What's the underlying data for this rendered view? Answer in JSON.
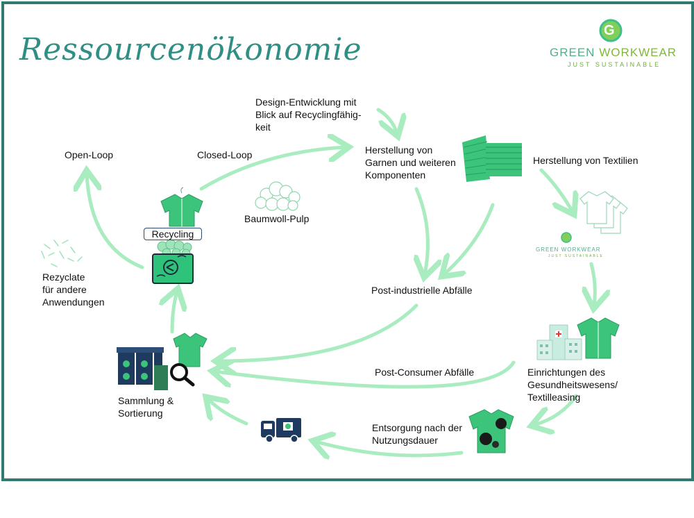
{
  "title": "Ressourcenökonomie",
  "brand": {
    "name_part1": "GREEN ",
    "name_part2": "WORKWEAR",
    "tagline": "JUST SUSTAINABLE",
    "logo_letter": "G"
  },
  "labels": {
    "design": [
      "Design-Entwicklung mit",
      "Blick auf Recyclingfähig-",
      "keit"
    ],
    "garne": [
      "Herstellung von",
      "Garnen und weiteren",
      "Komponenten"
    ],
    "textilien": "Herstellung von Textilien",
    "open_loop": "Open-Loop",
    "closed_loop": "Closed-Loop",
    "pulp": "Baumwoll-Pulp",
    "recycling": "Recycling",
    "rezyclate": [
      "Rezyclate",
      "für andere",
      "Anwendungen"
    ],
    "post_industrial": "Post-industrielle Abfälle",
    "post_consumer": "Post-Consumer Abfälle",
    "einrichtungen": [
      "Einrichtungen des",
      "Gesundheitswesens/",
      "Textilleasing"
    ],
    "sammlung": [
      "Sammlung &",
      "Sortierung"
    ],
    "entsorgung": [
      "Entsorgung nach der",
      "Nutzungsdauer"
    ]
  },
  "colors": {
    "frame": "#2f7b72",
    "arrow": "#a8ecc0",
    "accent_green": "#3cc47a",
    "dark_navy": "#1f3a5f",
    "title": "#2f8f84"
  }
}
